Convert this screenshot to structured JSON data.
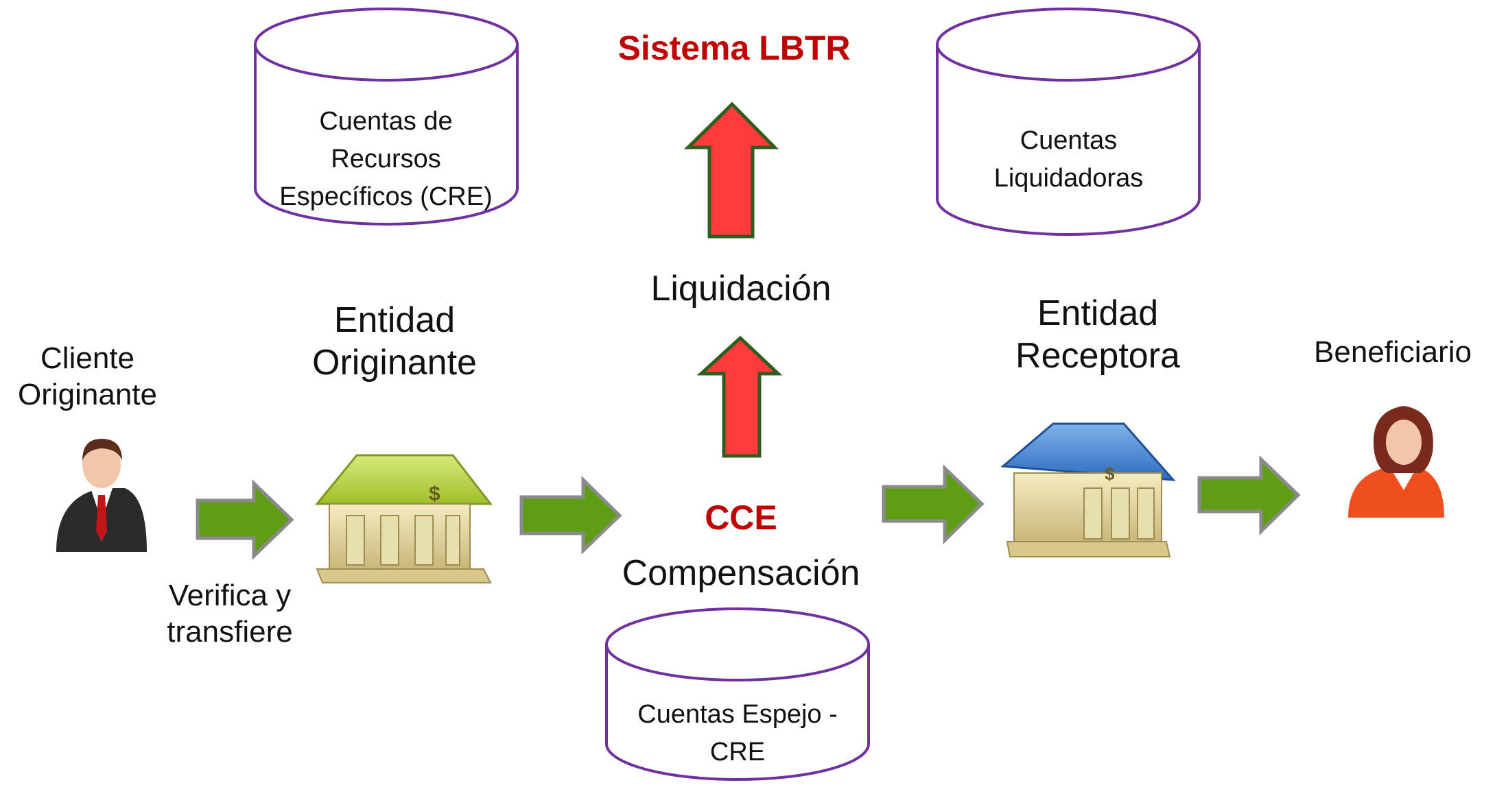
{
  "title": "Sistema LBTR",
  "colors": {
    "title_red": "#c00000",
    "cylinder_stroke": "#7030a0",
    "up_arrow_fill": "#ff3b3b",
    "up_arrow_stroke": "#2e5e1e",
    "right_arrow_fill": "#5f9e14",
    "right_arrow_stroke": "#6e6e6e"
  },
  "databases": {
    "cre": "Cuentas de Recursos Específicos (CRE)",
    "liquidadoras": "Cuentas Liquidadoras",
    "espejo": "Cuentas Espejo - CRE"
  },
  "nodes": {
    "cliente": "Cliente Originante",
    "entidad_originante": "Entidad Originante",
    "cce": "CCE",
    "compensacion": "Compensación",
    "liquidacion": "Liquidación",
    "entidad_receptora": "Entidad Receptora",
    "beneficiario": "Beneficiario"
  },
  "edge_labels": {
    "verifica": "Verifica y transfiere"
  },
  "icons": [
    "man-icon",
    "bank-icon-green",
    "bank-icon-blue",
    "woman-icon"
  ]
}
